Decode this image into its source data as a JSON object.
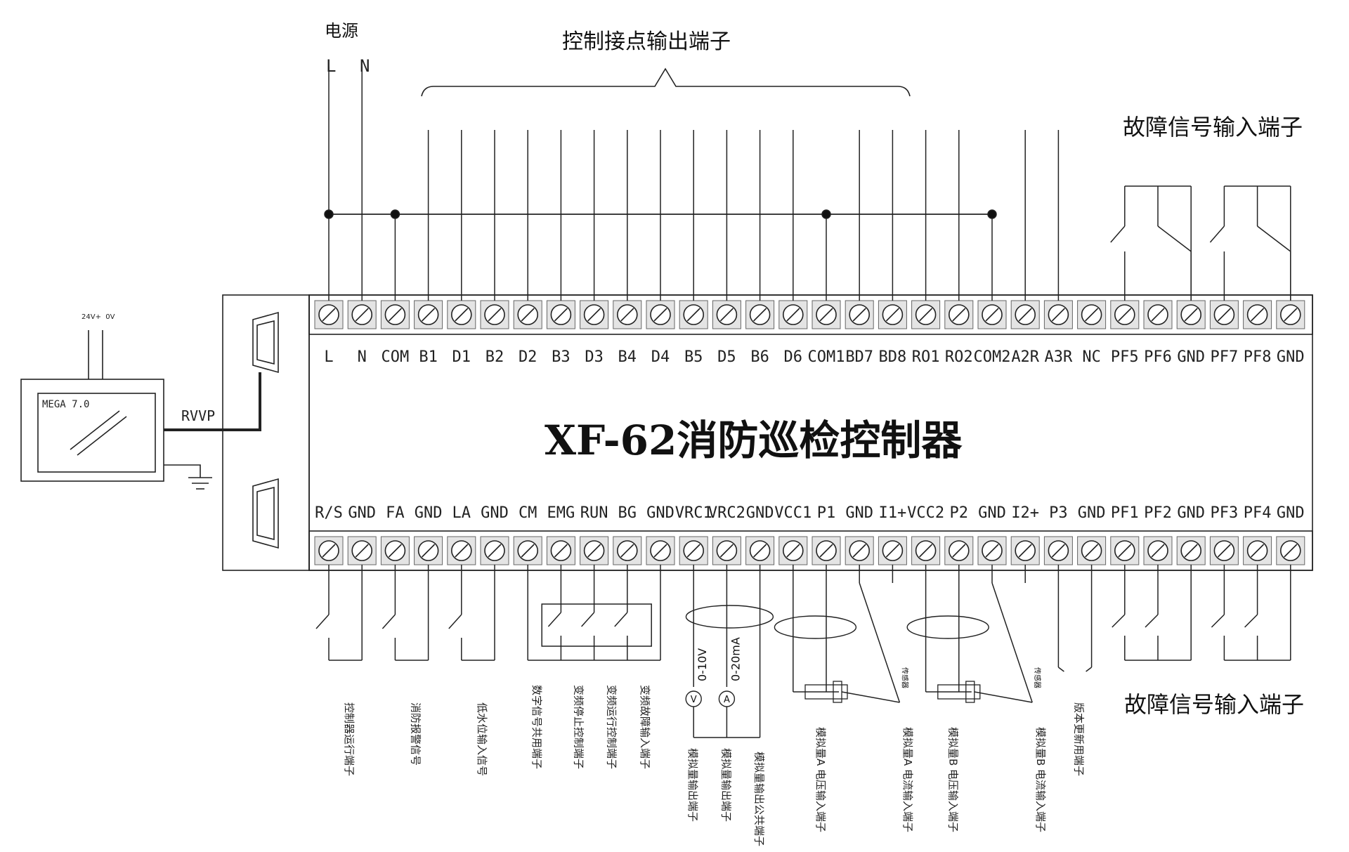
{
  "header": {
    "power_label": "电源",
    "power_L": "L",
    "power_N": "N",
    "control_output_label": "控制接点输出端子",
    "fault_input_label_top": "故障信号输入端子",
    "fault_input_label_bottom": "故障信号输入端子"
  },
  "device": {
    "title": "XF-62消防巡检控制器",
    "cable_label": "RVVP",
    "hmi_label": "MEGA 7.0",
    "hmi_power": "24V+  0V"
  },
  "top_terminals": [
    "L",
    "N",
    "COM",
    "B1",
    "D1",
    "B2",
    "D2",
    "B3",
    "D3",
    "B4",
    "D4",
    "B5",
    "D5",
    "B6",
    "D6",
    "COM1",
    "BD7",
    "BD8",
    "RO1",
    "RO2",
    "COM2",
    "A2R",
    "A3R",
    "NC",
    "PF5",
    "PF6",
    "GND",
    "PF7",
    "PF8",
    "GND"
  ],
  "bottom_terminals": [
    "R/S",
    "GND",
    "FA",
    "GND",
    "LA",
    "GND",
    "CM",
    "EMG",
    "RUN",
    "BG",
    "GND",
    "VRC1",
    "VRC2",
    "GND",
    "VCC1",
    "P1",
    "GND",
    "I1+",
    "VCC2",
    "P2",
    "GND",
    "I2+",
    "P3",
    "GND",
    "PF1",
    "PF2",
    "GND",
    "PF3",
    "PF4",
    "GND"
  ],
  "bottom_descriptions": [
    "控制器运行端子",
    "消防报警信号",
    "低水位输入信号",
    "数字信号共用端子",
    "变频停止控制端子",
    "变频运行控制端子",
    "变频故障输入端子",
    "模拟量输出端子",
    "模拟量输出端子",
    "模拟量输出公共端子",
    "模拟量A 电压输入端子",
    "模拟量A 电流输入端子",
    "模拟量B 电压输入端子",
    "模拟量B 电流输入端子",
    "版本更新用端子"
  ],
  "analog_ranges": [
    "0-10V",
    "0-20mA"
  ],
  "meter_symbols": [
    "V",
    "A"
  ],
  "sensor_label": "传感器"
}
